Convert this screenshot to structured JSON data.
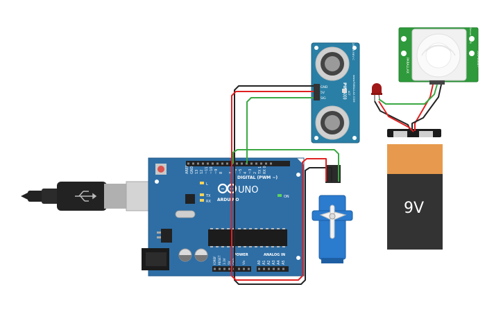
{
  "arduino": {
    "brand": "ARDUINO",
    "model": "UNO",
    "digital_label": "DIGITAL (PWM ~)",
    "power_label": "POWER",
    "analog_label": "ANALOG IN",
    "on_label": "ON",
    "tx_label": "TX",
    "rx_label": "RX",
    "l_label": "L",
    "pin_aref": "AREF",
    "pin_gnd": "GND",
    "pin_13": "13",
    "pin_12": "12",
    "pin_11": "~11",
    "pin_10": "~10",
    "pin_9": "~9",
    "pin_8": "8",
    "pin_7": "7",
    "pin_6": "~6",
    "pin_5": "~5",
    "pin_4": "4",
    "pin_3": "~3",
    "pin_2": "2",
    "pin_1": "TX 1",
    "pin_0": "RX 0",
    "pin_ioref": "IOREF",
    "pin_reset": "RESET",
    "pin_33v": "3.3V",
    "pin_5v": "5V",
    "pin_gnd2": "GND",
    "pin_vin": "Vin",
    "pin_a0": "A0",
    "pin_a1": "A1",
    "pin_a2": "A2",
    "pin_a3": "A3",
    "pin_a4": "A4",
    "pin_a5": "A5"
  },
  "ping": {
    "title": "PING)))",
    "pin_gnd": "GND",
    "pin_5v": "5V",
    "pin_sig": "SIG",
    "side_text": "www.PARALLAX.COM",
    "rev_text": "28015 REV C",
    "act": "ACT"
  },
  "pir": {
    "text_left": "PIR Sensor Rev B",
    "text_right": "555-28027",
    "text_mark": "PARALLAX"
  },
  "battery": {
    "label": "9V"
  },
  "colors": {
    "board": "#2e6ea5",
    "wire_red": "#e02020",
    "wire_black": "#222222",
    "wire_green": "#3aa843",
    "battery_copper": "#e79a4d",
    "battery_body": "#333333",
    "pir_board": "#2e9a3b",
    "ping_board": "#2a7fa6"
  },
  "components": [
    "usb-cable",
    "arduino-uno",
    "ping-sensor",
    "pir-sensor",
    "red-led",
    "battery-9v",
    "servo-motor"
  ]
}
